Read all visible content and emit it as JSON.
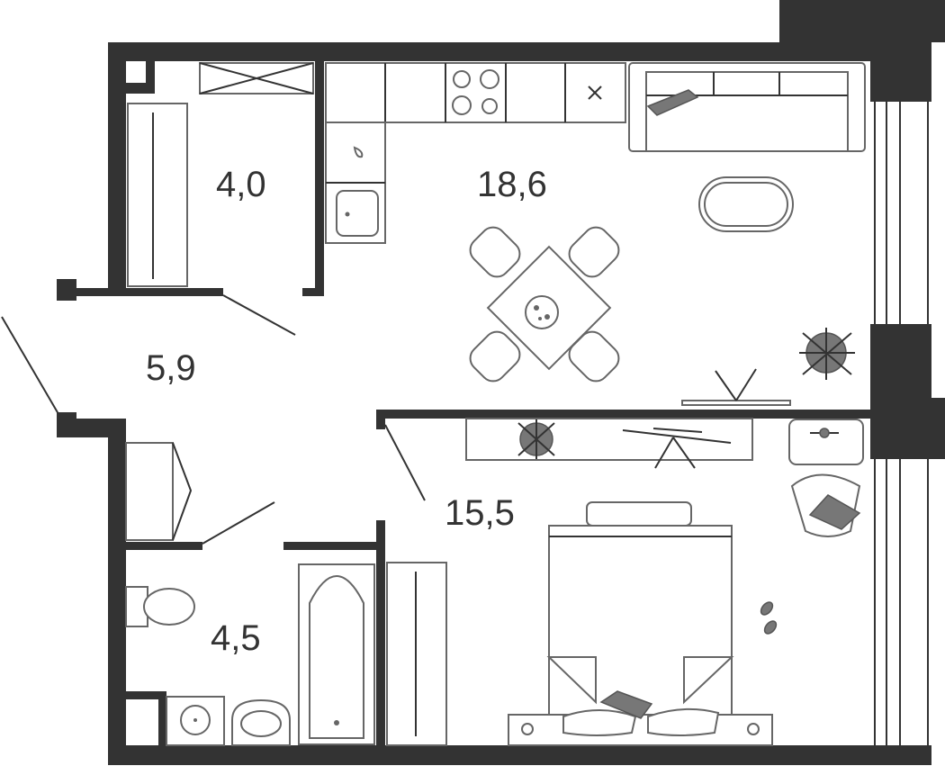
{
  "plan": {
    "rooms": [
      {
        "name": "wardrobe",
        "area": "4,0"
      },
      {
        "name": "kitchen-living",
        "area": "18,6"
      },
      {
        "name": "hallway",
        "area": "5,9"
      },
      {
        "name": "bedroom",
        "area": "15,5"
      },
      {
        "name": "bathroom",
        "area": "4,5"
      }
    ],
    "colors": {
      "wall": "#333333",
      "furniture": "#666666",
      "accent": "#777777"
    }
  }
}
